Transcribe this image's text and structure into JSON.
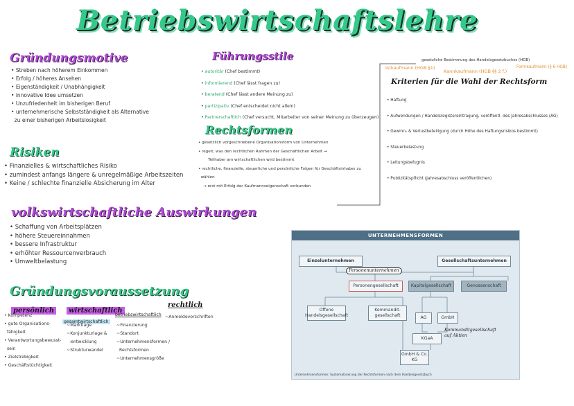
{
  "title": "Betriebswirtschaftslehre",
  "gruendungsmotive": {
    "heading": "Gründungsmotive",
    "items": [
      "Streben nach höherem Einkommen",
      "Erfolg / höheres Ansehen",
      "Eigenständigkeit / Unabhängigkeit",
      "innovative Idee umsetzen",
      "Unzufriedenheit im bisherigen Beruf",
      "unternehmerische Selbstständigkeit als Alternative",
      "zu einer bisherigen Arbeitslosigkeit"
    ]
  },
  "risiken": {
    "heading": "Risiken",
    "items": [
      "Finanzielles & wirtschaftliches Risiko",
      "zumindest anfangs längere & unregelmäßige Arbeitszeiten",
      "Keine / schlechte finanzielle Absicherung im Alter"
    ]
  },
  "auswirkungen": {
    "heading": "volkswirtschaftliche Auswirkungen",
    "items": [
      "Schaffung von Arbeitsplätzen",
      "höhere Steuereinnahmen",
      "bessere Infrastruktur",
      "erhöhter Ressourcenverbrauch",
      "Umweltbelastung"
    ]
  },
  "voraussetzung": {
    "heading": "Gründungsvoraussetzung",
    "persoenlich": {
      "label": "persönlich",
      "items": [
        "Kompetenz",
        "gute Organisations-",
        "fähigkeit",
        "Verantwortungsbewusst-",
        "sein",
        "Zielstrebigkeit",
        "Geschäftstüchtigkeit"
      ]
    },
    "wirtschaftlich": {
      "label": "wirtschaftlich",
      "tag_a": "gesamtwirtschaftlich",
      "tag_b": "betriebswirtschaftlich",
      "items_a": [
        "Marktlage",
        "Konjunkturlage &",
        "-entwicklung",
        "Strukturwandel"
      ],
      "items_b": [
        "Finanzierung",
        "Standort",
        "Unternehmensformen /",
        "Rechtsformen",
        "Unternehmensgröße"
      ]
    },
    "rechtlich": {
      "label": "rechtlich",
      "items": [
        "Anmeldevorschriften"
      ]
    }
  },
  "fuehrungsstile": {
    "heading": "Führungsstile",
    "items": [
      {
        "term": "autoritär",
        "desc": "(Chef bestimmt)"
      },
      {
        "term": "informierend",
        "desc": "(Chef lässt fragen zu)"
      },
      {
        "term": "beratend",
        "desc": "(Chef lässt andere Meinung zu)"
      },
      {
        "term": "partizipativ",
        "desc": "(Chef entscheidet nicht allein)"
      },
      {
        "term": "Partnerschaftlich",
        "desc": "(Chef versucht, Mitarbeiter von seiner Meinung zu überzeugen)"
      }
    ]
  },
  "rechtsformen": {
    "heading": "Rechtsformen",
    "items": [
      "gesetzlich vorgeschriebene Organisationsform von Unternehmen",
      "regelt, was den rechtlichen Rahmen der Geschäftlichen Arbeit",
      "Teilhaber am wirtschaftlichen wird bestimmt",
      "rechtliche, finanzielle, steuerliche und persönliche Folgen für Geschäftsinhaber zu",
      "wählen",
      "erst mit Erfolg der Kaufmannseigenschaft verbunden"
    ]
  },
  "top_right": {
    "note": "gesetzliche Bestimmung des Handelsgesetzbuches (HGB)",
    "istkaufmann": "Istkaufmann (HGB §1)",
    "kannkaufmann": "Kannkaufmann (HGB §§ 2 f.)",
    "formkaufmann": "Formkaufmann (§ 6 HGB)"
  },
  "kriterien": {
    "heading": "Kriterien für die Wahl der Rechtsform",
    "items": [
      "Haftung",
      "Aufwendungen / Handelsregistereintragung, veröffentl. des Jahresabschlusses (AG)",
      "Gewinn- & Verlustbeteiligung (durch Höhe des Haftungsrisikos bestimmt)",
      "Steuerbelastung",
      "Leitungsbefugnis",
      "Publizitätspflicht (Jahresabschluss veröffentlichen)"
    ]
  },
  "diagram": {
    "title": "UNTERNEHMENSFORMEN",
    "einzel": "Einzelunternehmen",
    "gesellschaft": "Gesellschaftsunternehmen",
    "personen_hand": "Personenunternehmen",
    "personengesellschaft": "Personengesellschaft",
    "kapitalgesellschaft": "Kapitalgesellschaft",
    "genossenschaft": "Genossenschaft",
    "ohg": "Offene Handelsgesellschaft",
    "kg": "Kommandit-gesellschaft",
    "ag": "AG",
    "gmbh": "GmbH",
    "kgaa": "KGaA",
    "gmbh_co": "GmbH & Co. KG",
    "kgaa_hand": "Kommanditgesellschaft auf Aktien",
    "caption": "Unternehmensformen: Systematisierung der Rechtsformen nach dem Handelsgesetzbuch"
  }
}
